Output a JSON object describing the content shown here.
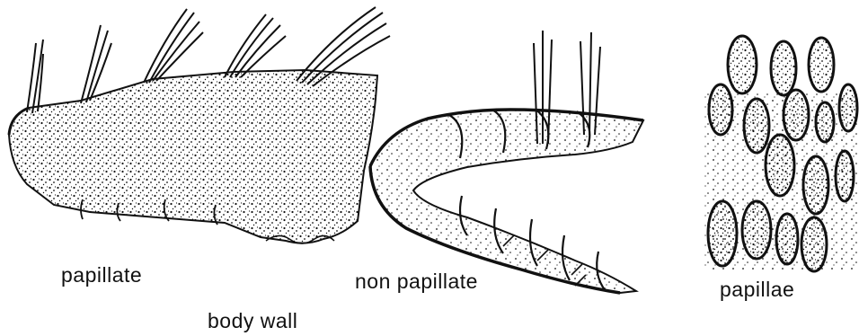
{
  "labels": {
    "papillate": "papillate",
    "non_papillate": "non papillate",
    "papillae": "papillae",
    "body_wall": "body wall"
  },
  "colors": {
    "ink": "#111111",
    "background": "#ffffff"
  }
}
